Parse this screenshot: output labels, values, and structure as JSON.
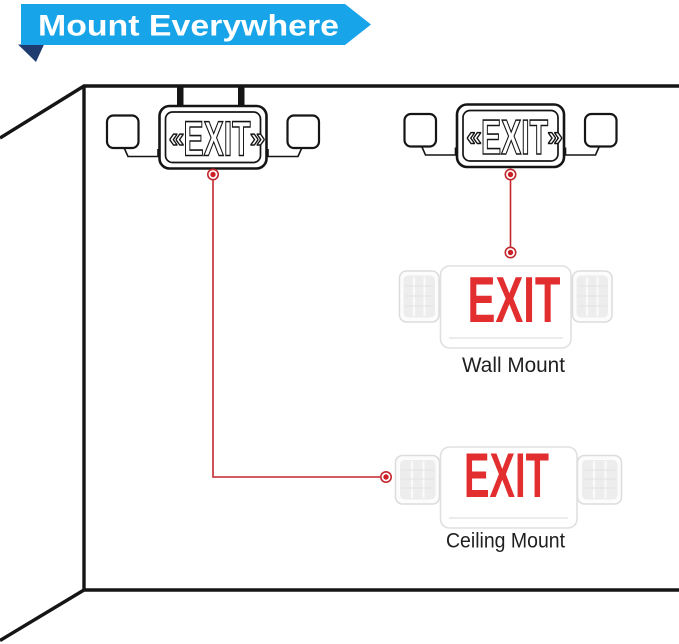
{
  "banner": {
    "title": "Mount Everywhere",
    "colors": {
      "ribbon": "#18a4e8",
      "fold": "#1e3c6f",
      "text": "#ffffff"
    }
  },
  "room": {
    "line_color": "#151515"
  },
  "line_signs": {
    "ceiling_sign": {
      "left_chevron": "«",
      "word": "EXIT",
      "right_chevron": "»"
    },
    "wall_sign": {
      "left_chevron": "«",
      "word": "EXIT",
      "right_chevron": "»"
    }
  },
  "connectors": {
    "color": "#c2272d",
    "dot_color": "#cb2026"
  },
  "renders": {
    "sign_color": "#e22e2e",
    "wall": {
      "sign_word": "EXIT",
      "label": "Wall Mount"
    },
    "ceiling": {
      "sign_word": "EXIT",
      "label": "Ceiling Mount"
    }
  }
}
